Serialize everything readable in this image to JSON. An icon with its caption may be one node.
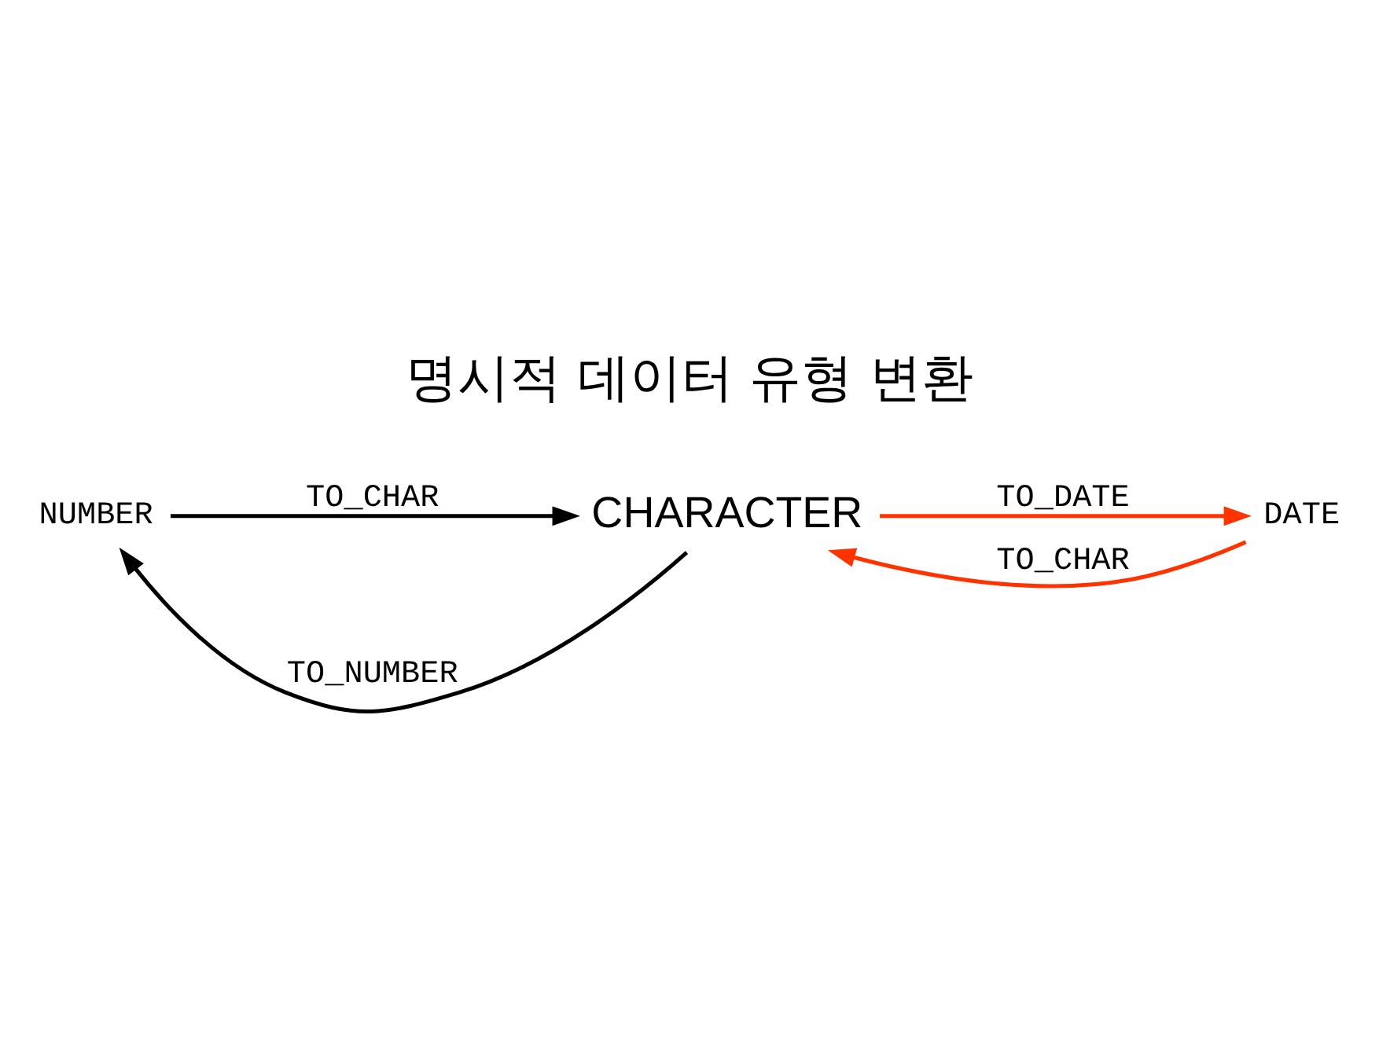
{
  "diagram": {
    "title": "명시적 데이터 유형 변환",
    "nodes": [
      {
        "text": [
          "NUMBER"
        ]
      },
      {
        "text": [
          "CHARACTER"
        ]
      },
      {
        "text": [
          "DATE"
        ]
      }
    ],
    "edges": [
      {
        "from": 1,
        "to": 0,
        "arrow": "to",
        "label": "TO_NUMBER"
      },
      {
        "from": 0,
        "to": 1,
        "arrow": "to",
        "label": "TO_CHAR"
      },
      {
        "from": 1,
        "to": 2,
        "arrow": "to",
        "label": "TO_DATE",
        "color": "#ff3300"
      },
      {
        "from": 2,
        "to": 1,
        "arrow": "to",
        "label": "TO_CHAR",
        "color": "#ff3300"
      }
    ]
  }
}
